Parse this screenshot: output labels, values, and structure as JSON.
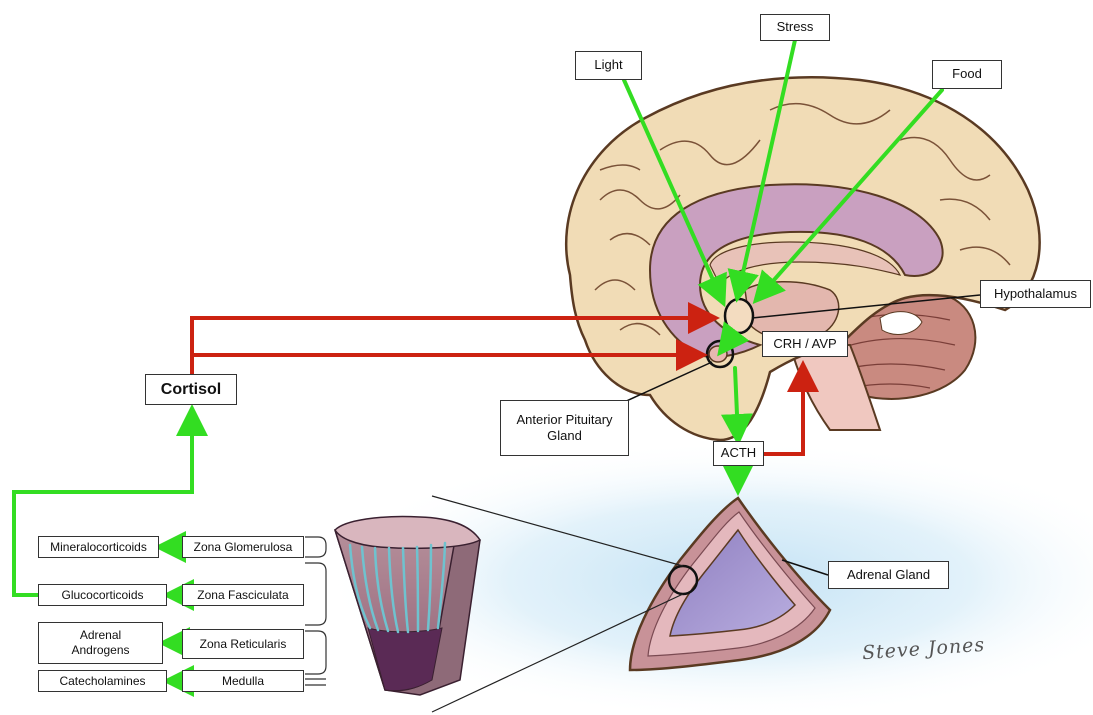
{
  "colors": {
    "stimulus_arrow": "#33dd22",
    "feedback_arrow": "#cc2211",
    "brain_tissue": "#f1dcb6",
    "brain_outline": "#5a3a22",
    "limbic": "#c9a0c0",
    "adrenal_cortex": "#c89298",
    "adrenal_medulla": "#9b8ac4",
    "glow": "#bfe0f4",
    "tissue_dark": "#5a2a55"
  },
  "labels": {
    "light": "Light",
    "stress": "Stress",
    "food": "Food",
    "hypothalamus": "Hypothalamus",
    "crh_avp": "CRH / AVP",
    "anterior_pituitary": "Anterior Pituitary Gland",
    "acth": "ACTH",
    "cortisol": "Cortisol",
    "adrenal_gland": "Adrenal Gland"
  },
  "zones": [
    {
      "hormone": "Mineralocorticoids",
      "zone": "Zona Glomerulosa"
    },
    {
      "hormone": "Glucocorticoids",
      "zone": "Zona Fasciculata"
    },
    {
      "hormone": "Adrenal Androgens",
      "zone": "Zona Reticularis"
    },
    {
      "hormone": "Catecholamines",
      "zone": "Medulla"
    }
  ],
  "signature": "Steve Jones"
}
